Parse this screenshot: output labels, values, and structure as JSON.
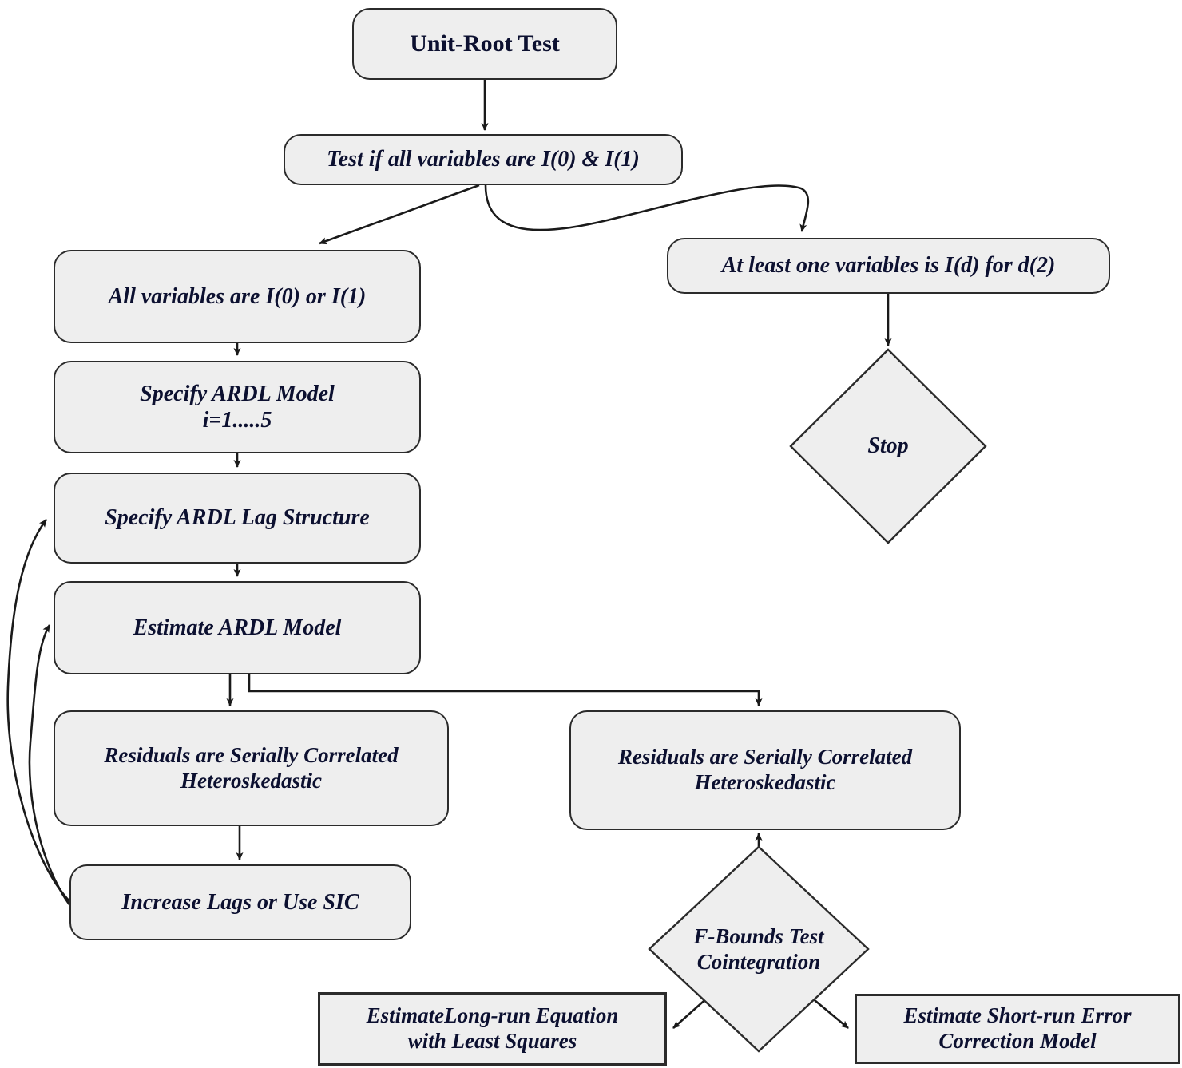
{
  "diagram": {
    "title": "ARDL Bounds Testing Procedure Flowchart",
    "colors": {
      "node_fill": "#eeeeee",
      "node_stroke": "#2b2b2b",
      "text": "#0c1030",
      "edge": "#1a1a1a",
      "background": "#ffffff"
    },
    "nodes": {
      "unit_root_test": {
        "label": "Unit-Root Test",
        "shape": "rounded-rect"
      },
      "test_if_all": {
        "label": "Test if all variables are I(0) & I(1)",
        "shape": "rounded-rect"
      },
      "at_least_one": {
        "label": "At least one variables is I(d) for d(2)",
        "shape": "rounded-rect"
      },
      "stop": {
        "label": "Stop",
        "shape": "diamond"
      },
      "all_variables": {
        "label": "All variables are I(0) or I(1)",
        "shape": "rounded-rect"
      },
      "specify_model_line1": {
        "label": "Specify ARDL Model",
        "shape": "rounded-rect"
      },
      "specify_model_line2": {
        "label": "i=1.....5"
      },
      "specify_lag": {
        "label": "Specify ARDL Lag Structure",
        "shape": "rounded-rect"
      },
      "estimate_ardl": {
        "label": "Estimate ARDL Model",
        "shape": "rounded-rect"
      },
      "residuals_left_line1": {
        "label": "Residuals are Serially Correlated",
        "shape": "rounded-rect"
      },
      "residuals_left_line2": {
        "label": "Heteroskedastic"
      },
      "residuals_right_line1": {
        "label": "Residuals are Serially Correlated",
        "shape": "rounded-rect"
      },
      "residuals_right_line2": {
        "label": "Heteroskedastic"
      },
      "increase_lags": {
        "label": "Increase Lags or Use SIC",
        "shape": "rounded-rect"
      },
      "f_bounds_line1": {
        "label": "F-Bounds Test",
        "shape": "diamond"
      },
      "f_bounds_line2": {
        "label": "Cointegration"
      },
      "long_run_line1": {
        "label": "EstimateLong-run Equation",
        "shape": "rect"
      },
      "long_run_line2": {
        "label": "with Least Squares"
      },
      "short_run_line1": {
        "label": "Estimate Short-run Error",
        "shape": "rect"
      },
      "short_run_line2": {
        "label": "Correction Model"
      }
    },
    "edges": [
      {
        "from": "unit_root_test",
        "to": "test_if_all",
        "style": "straight-down-arrow"
      },
      {
        "from": "test_if_all",
        "to": "all_variables",
        "style": "diagonal-left-arrow"
      },
      {
        "from": "test_if_all",
        "to": "at_least_one",
        "style": "curved-right-arrow"
      },
      {
        "from": "at_least_one",
        "to": "stop",
        "style": "straight-down-arrow"
      },
      {
        "from": "all_variables",
        "to": "specify_model_line1",
        "style": "straight-down-arrow"
      },
      {
        "from": "specify_model_line1",
        "to": "specify_lag",
        "style": "straight-down-arrow"
      },
      {
        "from": "specify_lag",
        "to": "estimate_ardl",
        "style": "straight-down-arrow"
      },
      {
        "from": "estimate_ardl",
        "to": "residuals_left_line1",
        "style": "straight-down-arrow"
      },
      {
        "from": "estimate_ardl",
        "to": "residuals_right_line1",
        "style": "elbow-right-arrow"
      },
      {
        "from": "residuals_left_line1",
        "to": "increase_lags",
        "style": "straight-down-arrow"
      },
      {
        "from": "increase_lags",
        "to": "specify_lag",
        "style": "curved-feedback-arrow"
      },
      {
        "from": "increase_lags",
        "to": "estimate_ardl",
        "style": "curved-feedback-arrow"
      },
      {
        "from": "residuals_right_line1",
        "to": "f_bounds_line1",
        "style": "up-arrow"
      },
      {
        "from": "f_bounds_line1",
        "to": "long_run_line1",
        "style": "diagonal-left-arrow"
      },
      {
        "from": "f_bounds_line1",
        "to": "short_run_line1",
        "style": "diagonal-right-arrow"
      }
    ]
  }
}
